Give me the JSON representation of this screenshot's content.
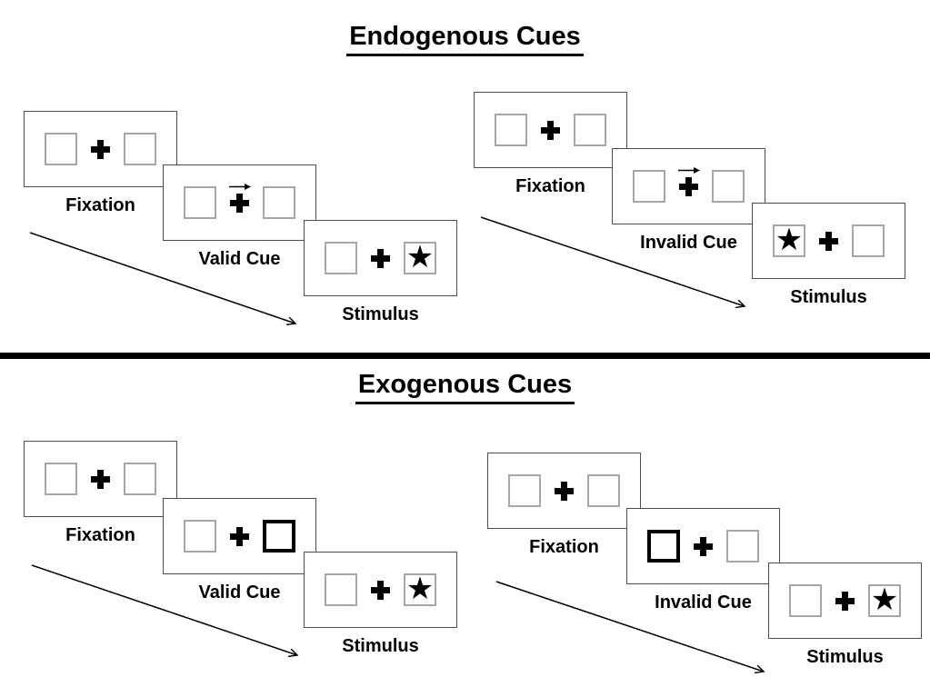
{
  "glyphs": {
    "star": "★"
  },
  "colors": {
    "panel_border": "#4d4d4d",
    "box_border": "#a6a6a6",
    "cue_highlight_border": "#000000",
    "symbol": "#000000",
    "divider": "#000000"
  },
  "sections": [
    {
      "title": "Endogenous Cues",
      "trials": [
        {
          "name": "valid",
          "frames": [
            {
              "label": "Fixation",
              "type": "fixation"
            },
            {
              "label": "Valid Cue",
              "type": "arrow-cue",
              "arrow_direction": "right"
            },
            {
              "label": "Stimulus",
              "type": "stimulus",
              "star_side": "right"
            }
          ]
        },
        {
          "name": "invalid",
          "frames": [
            {
              "label": "Fixation",
              "type": "fixation"
            },
            {
              "label": "Invalid Cue",
              "type": "arrow-cue",
              "arrow_direction": "right"
            },
            {
              "label": "Stimulus",
              "type": "stimulus",
              "star_side": "left"
            }
          ]
        }
      ]
    },
    {
      "title": "Exogenous Cues",
      "trials": [
        {
          "name": "valid",
          "frames": [
            {
              "label": "Fixation",
              "type": "fixation"
            },
            {
              "label": "Valid Cue",
              "type": "highlight-cue",
              "highlight_side": "right"
            },
            {
              "label": "Stimulus",
              "type": "stimulus",
              "star_side": "right"
            }
          ]
        },
        {
          "name": "invalid",
          "frames": [
            {
              "label": "Fixation",
              "type": "fixation"
            },
            {
              "label": "Invalid Cue",
              "type": "highlight-cue",
              "highlight_side": "left"
            },
            {
              "label": "Stimulus",
              "type": "stimulus",
              "star_side": "right"
            }
          ]
        }
      ]
    }
  ]
}
